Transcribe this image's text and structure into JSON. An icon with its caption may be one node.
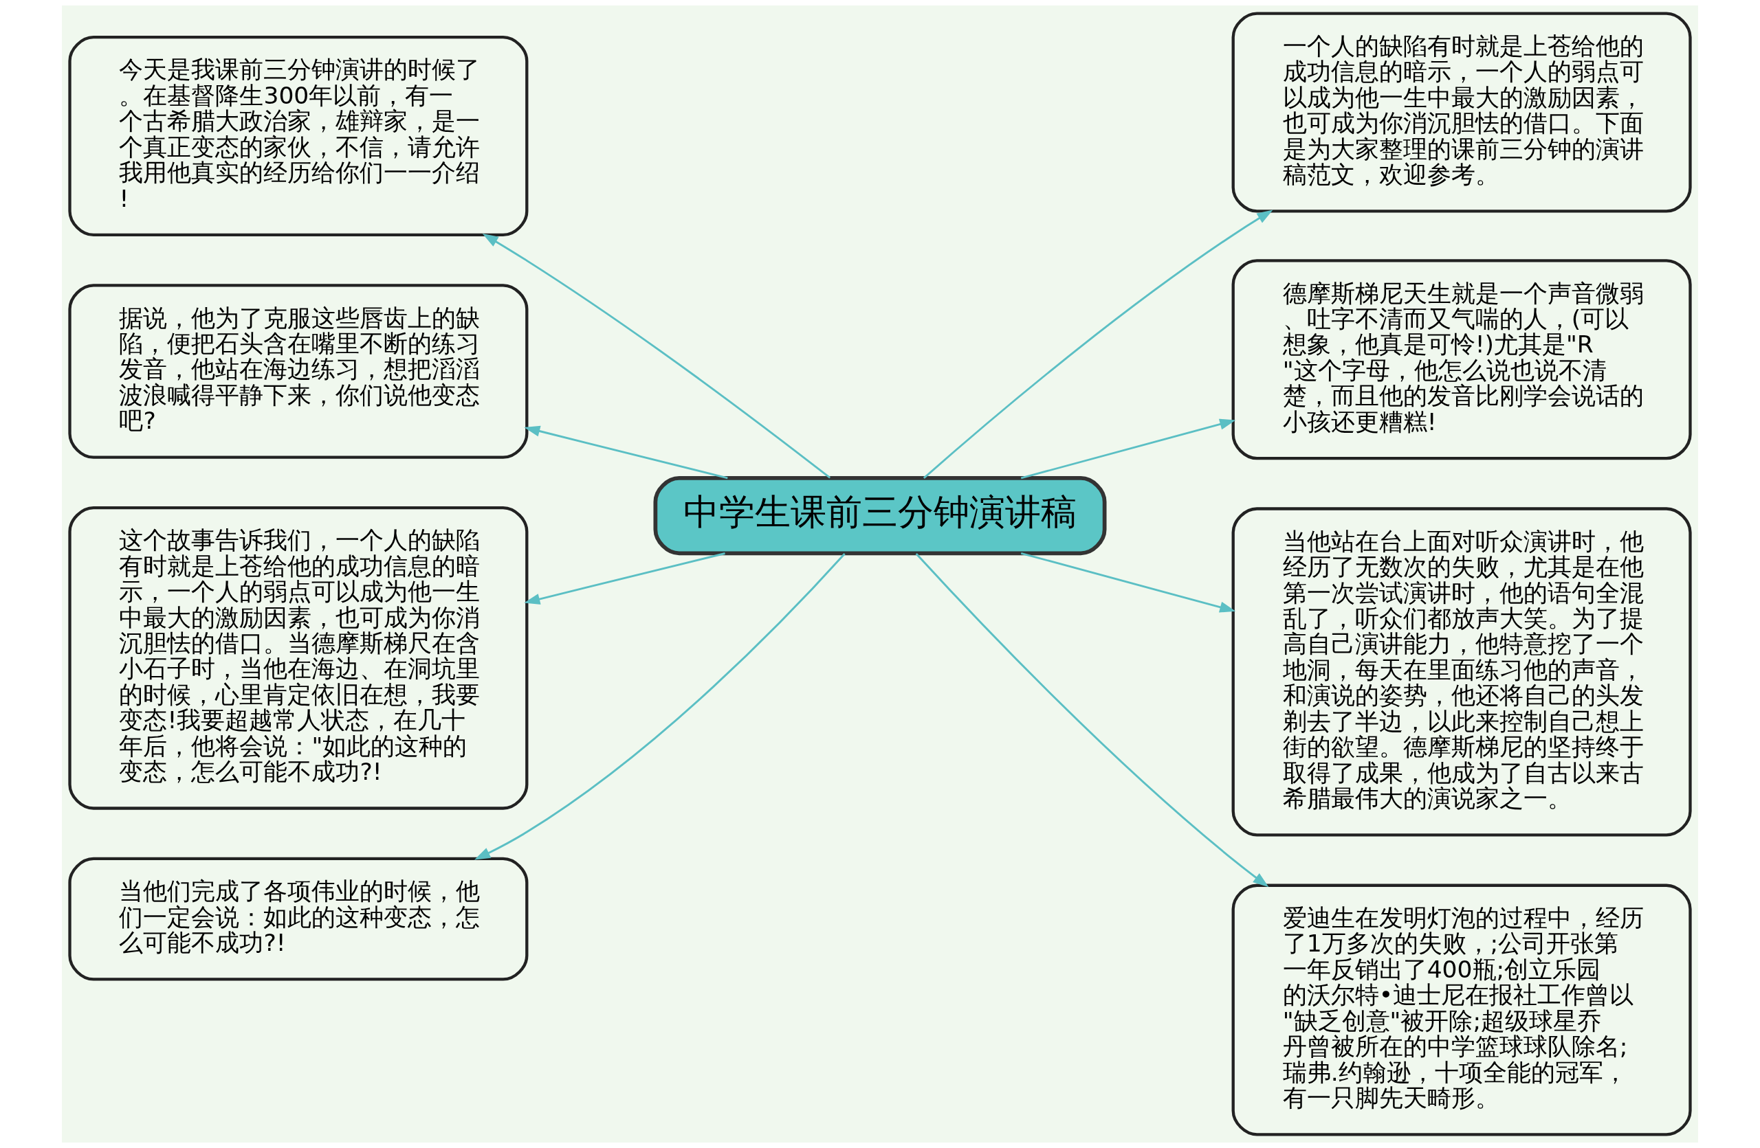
{
  "diagram": {
    "nodes": [
      {
        "text": [
          "中学生课前三分钟演讲稿"
        ]
      },
      {
        "text": [
          "今天是我课前三分钟演讲的时候了。在基督降生300年以前，有一个古希腊大政治家，雄辩家，是一个真正变态的家伙，不信，请允许我用他真实的经历给你们一一介绍!"
        ]
      },
      {
        "text": [
          "据说，他为了克服这些唇齿上的缺陷，便把石头含在嘴里不断的练习发音，他站在海边练习，想把滔滔波浪喊得平静下来，你们说他变态吧?"
        ]
      },
      {
        "text": [
          "这个故事告诉我们，一个人的缺陷有时就是上苍给他的成功信息的暗示，一个人的弱点可以成为他一生中最大的激励因素，也可成为你消沉胆怯的借口。当德摩斯梯尺在含小石子时，当他在海边、在洞坑里的时候，心里肯定依旧在想，我要变态!我要超越常人状态，在几十年后，他将会说：\"如此的这种的变态，怎么可能不成功?!"
        ]
      },
      {
        "text": [
          "当他们完成了各项伟业的时候，他们一定会说：如此的这种变态，怎么可能不成功?!"
        ]
      },
      {
        "text": [
          "一个人的缺陷有时就是上苍给他的成功信息的暗示，一个人的弱点可以成为他一生中最大的激励因素，也可成为你消沉胆怯的借口。下面是为大家整理的课前三分钟的演讲稿范文，欢迎参考。"
        ]
      },
      {
        "text": [
          "德摩斯梯尼天生就是一个声音微弱、吐字不清而又气喘的人，(可以想象，他真是可怜!)尤其是\"R \"这个字母，他怎么说也说不清楚，而且他的发音比刚学会说话的小孩还更糟糕!"
        ]
      },
      {
        "text": [
          "当他站在台上面对听众演讲时，他经历了无数次的失败，尤其是在他第一次尝试演讲时，他的语句全混乱了，听众们都放声大笑。为了提高自己演讲能力，他特意挖了一个地洞，每天在里面练习他的声音，和演说的姿势，他还将自己的头发剃去了半边，以此来控制自己想上街的欲望。德摩斯梯尼的坚持终于取得了成果，他成为了自古以来古希腊最伟大的演说家之一。"
        ]
      },
      {
        "text": [
          "爱迪生在发明灯泡的过程中，经历了1万多次的失败，;公司开张第一年反销出了400瓶;创立乐园的沃尔特•迪士尼在报社工作曾以\"缺乏创意\"被开除;超级球星乔丹曾被所在的中学篮球球队除名;瑞弗.约翰逊，十项全能的冠军，有一只脚先天畸形。"
        ]
      }
    ],
    "edges": [
      {
        "from": 0,
        "to": 1,
        "arrow": "to"
      },
      {
        "from": 0,
        "to": 2,
        "arrow": "to"
      },
      {
        "from": 0,
        "to": 3,
        "arrow": "to"
      },
      {
        "from": 0,
        "to": 4,
        "arrow": "to"
      },
      {
        "from": 0,
        "to": 5,
        "arrow": "to"
      },
      {
        "from": 0,
        "to": 6,
        "arrow": "to"
      },
      {
        "from": 0,
        "to": 7,
        "arrow": "to"
      },
      {
        "from": 0,
        "to": 8,
        "arrow": "to"
      }
    ]
  }
}
